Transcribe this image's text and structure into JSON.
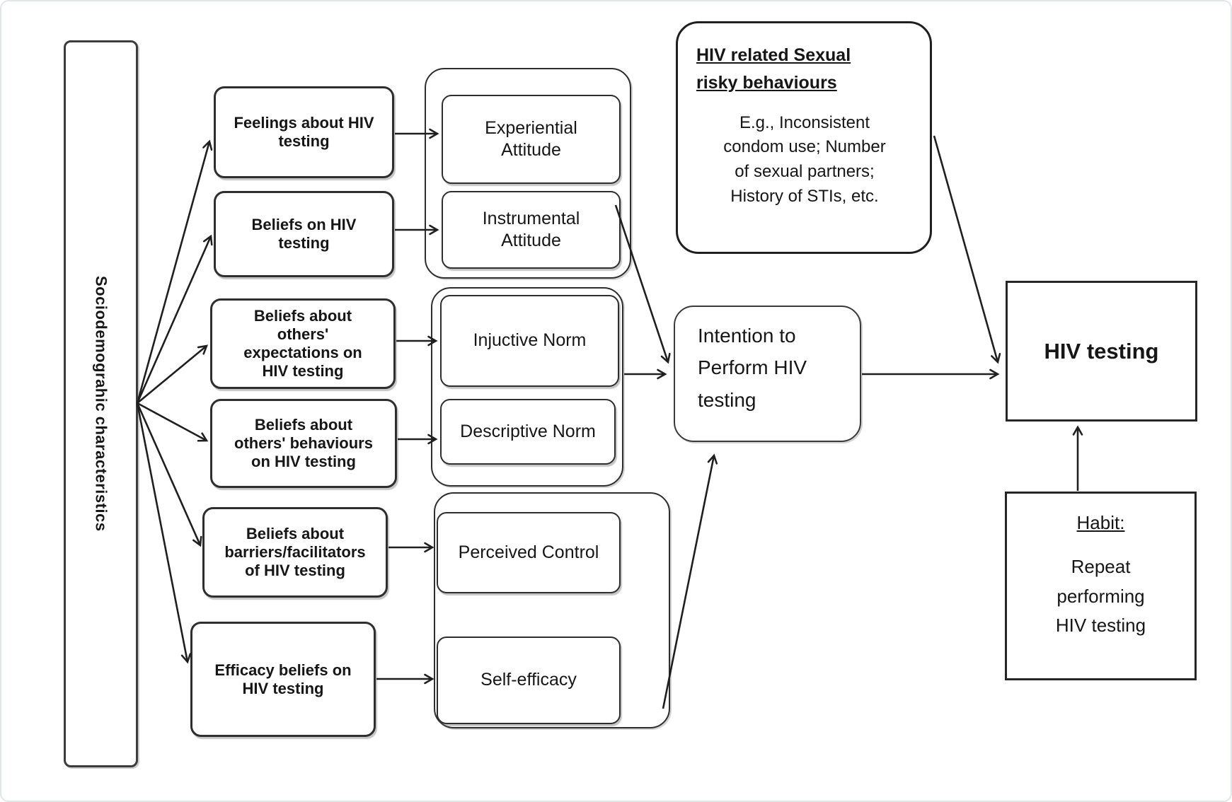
{
  "diagram": {
    "left_panel": {
      "label": "Sociodemograhic characteristics"
    },
    "belief_boxes": [
      {
        "label": "Feelings about HIV\ntesting"
      },
      {
        "label": "Beliefs on HIV\ntesting"
      },
      {
        "label": "Beliefs about\nothers'\nexpectations on\nHIV testing"
      },
      {
        "label": "Beliefs about\nothers' behaviours\non HIV testing"
      },
      {
        "label": "Beliefs about\nbarriers/facilitators\nof HIV testing"
      },
      {
        "label": "Efficacy beliefs on\nHIV testing"
      }
    ],
    "constructs": [
      {
        "label": "Experiential\nAttitude"
      },
      {
        "label": "Instrumental\nAttitude"
      },
      {
        "label": "Injuctive Norm"
      },
      {
        "label": "Descriptive Norm"
      },
      {
        "label": "Perceived Control"
      },
      {
        "label": "Self-efficacy"
      }
    ],
    "risky_behaviours": {
      "title": "HIV related Sexual\nrisky behaviours",
      "body": "E.g., Inconsistent\ncondom use; Number\nof sexual partners;\nHistory of STIs, etc."
    },
    "intention": {
      "label": "Intention to\nPerform HIV\ntesting"
    },
    "outcome": {
      "label": "HIV testing"
    },
    "habit": {
      "title": "Habit:",
      "body": "Repeat\nperforming\nHIV testing"
    },
    "colors": {
      "line": "#1f1f1f",
      "border": "#2e2e2e",
      "background": "#ffffff"
    }
  }
}
